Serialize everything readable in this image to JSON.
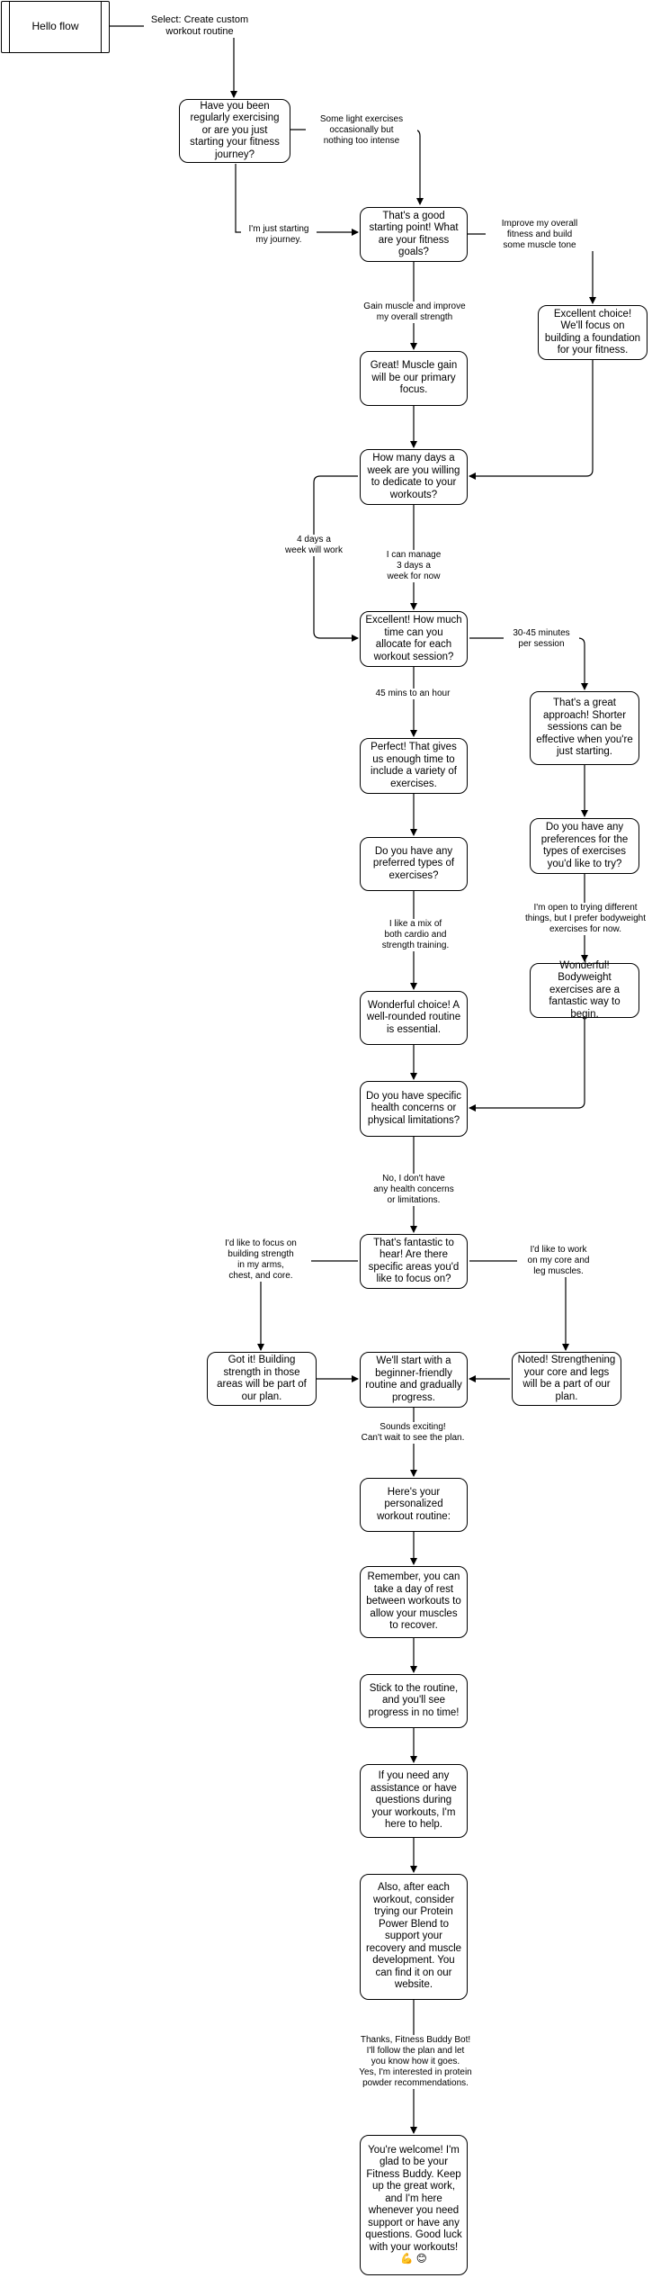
{
  "nodes": {
    "hello_flow": "Hello flow",
    "n1": "Have you been regularly exercising or are you just starting your fitness journey?",
    "n2": "That's a good starting point! What are your fitness goals?",
    "n3": "Excellent choice! We'll focus on building a foundation for your fitness.",
    "n4": "Great! Muscle gain will be our primary focus.",
    "n5": "How many days a week are you willing to dedicate to your workouts?",
    "n6": "Excellent! How much time can you allocate for each workout session?",
    "n7": "That's a great approach! Shorter sessions can be effective when you're just starting.",
    "n8": "Perfect! That gives us enough time to include a variety of exercises.",
    "n9": "Do you have any preferred types of exercises?",
    "n10": "Do you have any preferences for the types of exercises you'd like to try?",
    "n11": "Wonderful! Bodyweight exercises are a fantastic way to begin.",
    "n12": "Wonderful choice! A well-rounded routine is essential.",
    "n13": "Do you have specific health concerns or physical limitations?",
    "n14": "That's fantastic to hear! Are there specific areas you'd like to focus on?",
    "n15": "Got it! Building strength in those areas will be part of our plan.",
    "n16": "We'll start with a beginner-friendly routine and gradually progress.",
    "n17": "Noted! Strengthening your core and legs will be a part of our plan.",
    "n18": "Here's your personalized workout routine:",
    "n19": "Remember, you can take a day of rest between workouts to allow your muscles to recover.",
    "n20": "Stick to the routine, and you'll see progress in no time!",
    "n21": "If you need any assistance or have questions during your workouts, I'm here to help.",
    "n22": "Also, after each workout, consider trying our Protein Power Blend to support your recovery and muscle development. You can find it on our website.",
    "n23": "You're welcome! I'm glad to be your Fitness Buddy. Keep up the great work, and I'm here whenever you need support or have any questions. Good luck with your workouts! 💪 😊"
  },
  "labels": {
    "l_select": "Select: Create custom\nworkout routine",
    "l_light": "Some light exercises\noccasionally but\nnothing too intense",
    "l_starting": "I'm just starting\nmy journey.",
    "l_improve": "Improve my overall\nfitness and build\nsome muscle tone",
    "l_gain": "Gain muscle and improve\nmy overall strength",
    "l_4days": "4 days a\nweek will work",
    "l_3days": "I can manage\n3 days a\nweek for now",
    "l_3045": "30-45 minutes\nper session",
    "l_45hour": "45 mins to an hour",
    "l_bodyweight": "I'm open to trying different\nthings, but I prefer bodyweight\nexercises for now.",
    "l_mix": "I like a mix of\nboth cardio and\nstrength training.",
    "l_nohealth": "No, I don't have\nany health concerns\nor limitations.",
    "l_arms": "I'd like to focus on\nbuilding strength\nin my arms,\nchest, and core.",
    "l_coreleg": "I'd like to work\non my core and\nleg muscles.",
    "l_exciting": "Sounds exciting!\nCan't wait to see the plan.",
    "l_thanks": "Thanks, Fitness Buddy Bot!\nI'll follow the plan and let\nyou know how it goes.\nYes, I'm interested in protein\npowder recommendations."
  }
}
